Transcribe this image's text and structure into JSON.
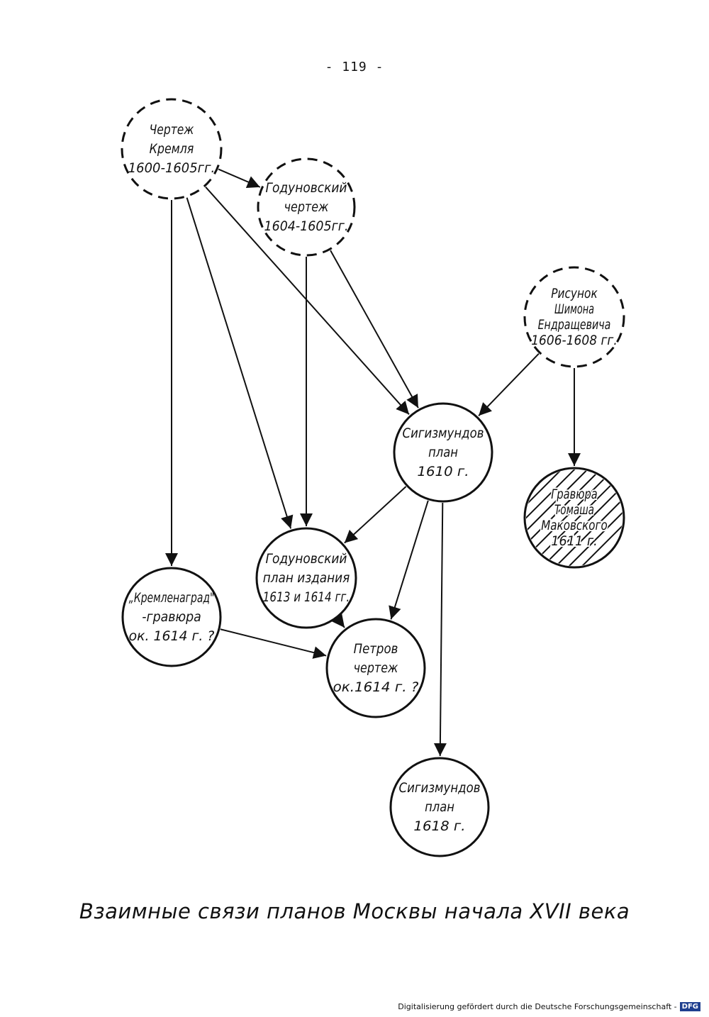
{
  "page_number": "- 119 -",
  "caption": "Взаимные связи планов Москвы начала XVII века",
  "footer": {
    "text": "Digitalisierung gefördert durch die Deutsche Forschungsgemeinschaft -",
    "logo": "DFG"
  },
  "nodes": [
    {
      "id": "n1",
      "style": "dashed",
      "lines": [
        "Чертеж",
        "Кремля",
        "1600-1605гг."
      ]
    },
    {
      "id": "n2",
      "style": "dashed",
      "lines": [
        "Годуновский",
        "чертеж",
        "1604-1605гг."
      ]
    },
    {
      "id": "n3",
      "style": "dashed",
      "lines": [
        "Рисунок",
        "Шимона",
        "Ендращевича",
        "1606-1608 гг."
      ]
    },
    {
      "id": "n4",
      "style": "solid",
      "lines": [
        "Сигизмундов",
        "план",
        "1610 г."
      ]
    },
    {
      "id": "n5",
      "style": "hatched",
      "lines": [
        "Гравюра",
        "Томаша",
        "Маковского",
        "1611 г."
      ]
    },
    {
      "id": "n6",
      "style": "solid",
      "lines": [
        "Годуновский",
        "план издания",
        "1613 и 1614 гг."
      ]
    },
    {
      "id": "n7",
      "style": "solid",
      "lines": [
        "„Кремленаград\"",
        "-гравюра",
        "ок. 1614 г. ?"
      ]
    },
    {
      "id": "n8",
      "style": "solid",
      "lines": [
        "Петров",
        "чертеж",
        "ок.1614 г. ?"
      ]
    },
    {
      "id": "n9",
      "style": "solid",
      "lines": [
        "Сигизмундов",
        "план",
        "1618 г."
      ]
    }
  ],
  "edges": [
    [
      "n1",
      "n2"
    ],
    [
      "n1",
      "n4"
    ],
    [
      "n1",
      "n6"
    ],
    [
      "n1",
      "n7"
    ],
    [
      "n2",
      "n4"
    ],
    [
      "n2",
      "n6"
    ],
    [
      "n3",
      "n4"
    ],
    [
      "n3",
      "n5"
    ],
    [
      "n4",
      "n6"
    ],
    [
      "n4",
      "n8"
    ],
    [
      "n4",
      "n9"
    ],
    [
      "n6",
      "n8"
    ],
    [
      "n7",
      "n8"
    ]
  ]
}
